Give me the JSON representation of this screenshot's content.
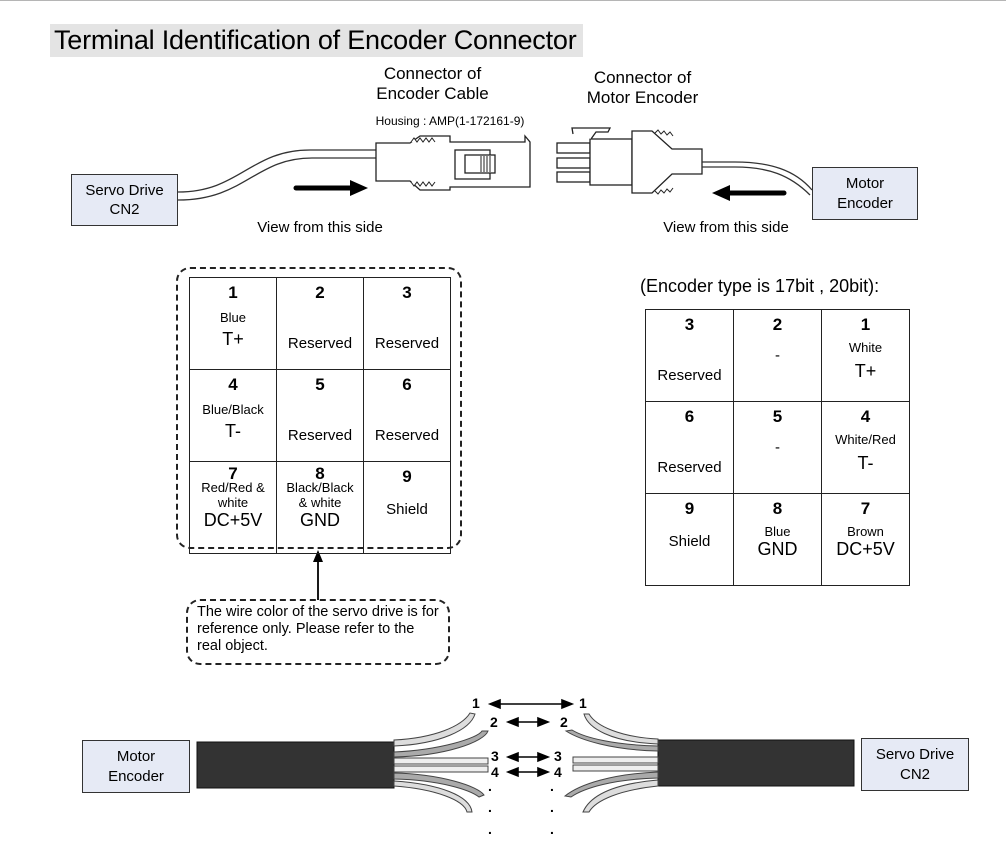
{
  "title": "Terminal Identification of Encoder Connector",
  "top_diagram": {
    "left_connector_label_line1": "Connector of",
    "left_connector_label_line2": "Encoder Cable",
    "housing_label": "Housing : AMP(1-172161-9)",
    "right_connector_label_line1": "Connector of",
    "right_connector_label_line2": "Motor Encoder",
    "servo_drive_box_line1": "Servo Drive",
    "servo_drive_box_line2": "CN2",
    "motor_encoder_box_line1": "Motor",
    "motor_encoder_box_line2": "Encoder",
    "view_left": "View from this side",
    "view_right": "View from this side"
  },
  "servo_drive_pins": {
    "rows": [
      [
        {
          "pin": "1",
          "color": "Blue",
          "signal": "T+"
        },
        {
          "pin": "2",
          "color": "",
          "signal": "Reserved"
        },
        {
          "pin": "3",
          "color": "",
          "signal": "Reserved"
        }
      ],
      [
        {
          "pin": "4",
          "color": "Blue/Black",
          "signal": "T-"
        },
        {
          "pin": "5",
          "color": "",
          "signal": "Reserved"
        },
        {
          "pin": "6",
          "color": "",
          "signal": "Reserved"
        }
      ],
      [
        {
          "pin": "7",
          "color_line1": "Red/Red &",
          "color_line2": "white",
          "signal": "DC+5V"
        },
        {
          "pin": "8",
          "color_line1": "Black/Black",
          "color_line2": "& white",
          "signal": "GND"
        },
        {
          "pin": "9",
          "color": "",
          "signal": "Shield"
        }
      ]
    ]
  },
  "note": "The wire color of the servo drive is for reference only. Please refer to the real object.",
  "motor_encoder_pins": {
    "caption": "(Encoder type is 17bit , 20bit):",
    "rows": [
      [
        {
          "pin": "3",
          "color": "",
          "signal": "Reserved"
        },
        {
          "pin": "2",
          "color": "",
          "signal": "-"
        },
        {
          "pin": "1",
          "color": "White",
          "signal": "T+"
        }
      ],
      [
        {
          "pin": "6",
          "color": "",
          "signal": "Reserved"
        },
        {
          "pin": "5",
          "color": "",
          "signal": "-"
        },
        {
          "pin": "4",
          "color": "White/Red",
          "signal": "T-"
        }
      ],
      [
        {
          "pin": "9",
          "color": "",
          "signal": "Shield"
        },
        {
          "pin": "8",
          "color": "Blue",
          "signal": "GND"
        },
        {
          "pin": "7",
          "color": "Brown",
          "signal": "DC+5V"
        }
      ]
    ]
  },
  "bottom_diagram": {
    "left_box_line1": "Motor",
    "left_box_line2": "Encoder",
    "right_box_line1": "Servo Drive",
    "right_box_line2": "CN2",
    "wire_labels": [
      "1",
      "2",
      "3",
      "4"
    ],
    "continuation": "."
  }
}
